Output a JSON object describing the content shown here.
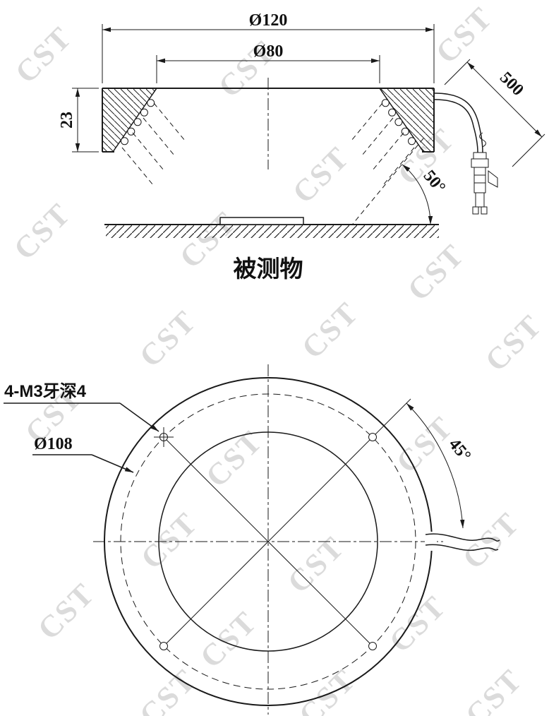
{
  "watermark": {
    "text": "CST"
  },
  "section_view": {
    "dim_outer_diameter": "Ø120",
    "dim_inner_diameter": "Ø80",
    "dim_height": "23",
    "dim_cable_length": "500",
    "dim_beam_angle": "50°",
    "object_label": "被测物"
  },
  "plan_view": {
    "holes_label": "4-M3牙深4",
    "dim_bolt_circle": "Ø108",
    "dim_hole_angle": "45°"
  },
  "colors": {
    "line": "#1a1a1a",
    "watermark": "#d3d3d3",
    "background": "#ffffff"
  }
}
